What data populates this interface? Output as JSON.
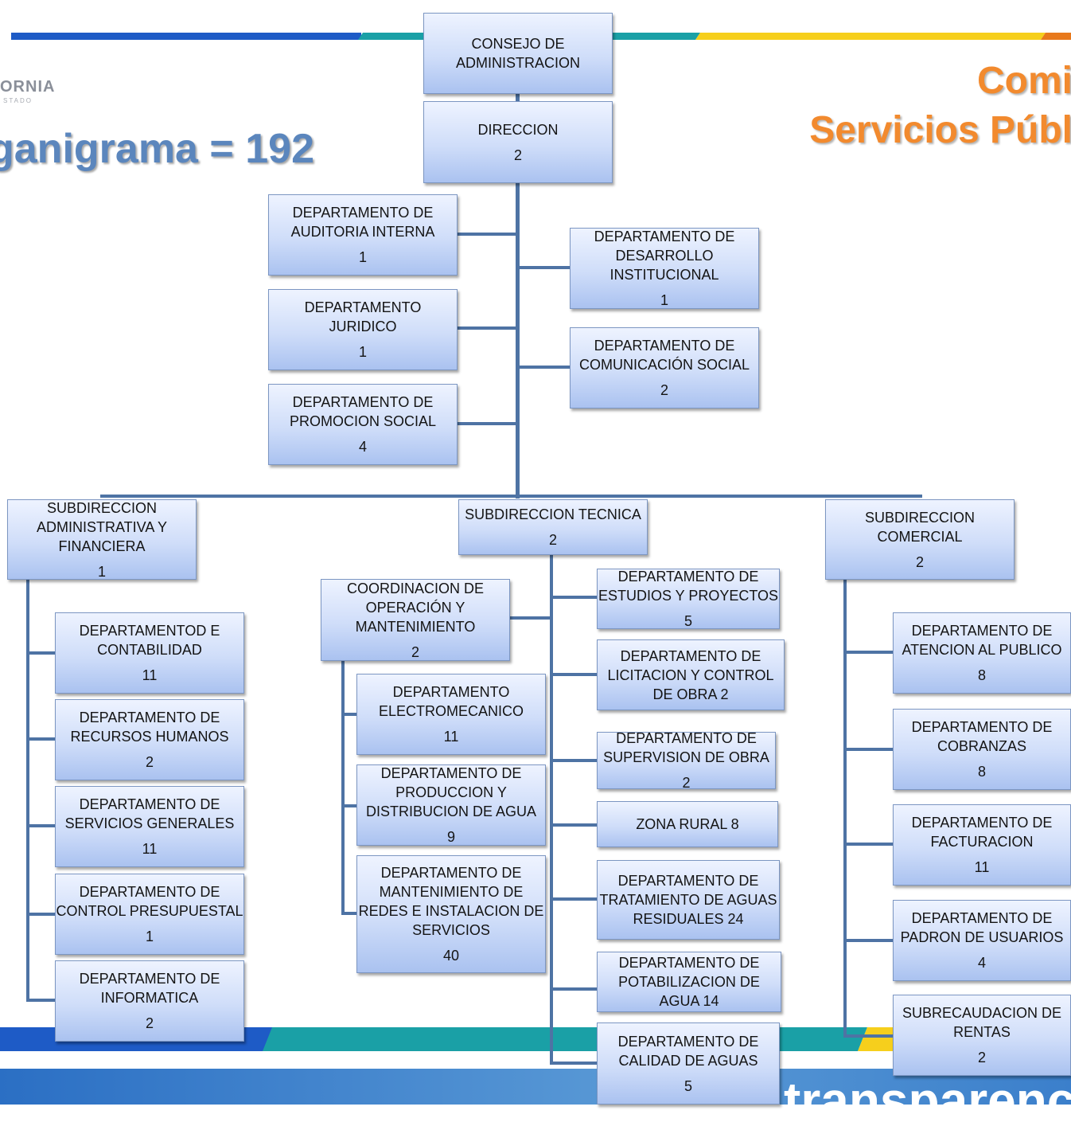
{
  "header": {
    "logo_text": "ORNIA",
    "logo_sub": "STADO",
    "title_left": "ganigrama = 192",
    "title_right_line1": "Comi",
    "title_right_line2": "Servicios Públ",
    "footer_text": "transparenc"
  },
  "colors": {
    "top_band": [
      "#1e5bc6",
      "#1aa0a6",
      "#f6cf1c",
      "#e8791c"
    ],
    "bottom_band": [
      "#1e5bc6",
      "#1aa0a6",
      "#f6cf1c"
    ],
    "box_border": "#7c96c2",
    "connector": "#4e73a4",
    "title_left": "#5b86bd",
    "title_right": "#f28a2e"
  },
  "org": {
    "consejo": {
      "label": "CONSEJO DE\nADMINISTRACION",
      "count": ""
    },
    "direccion": {
      "label": "DIRECCION",
      "count": "2"
    },
    "auditoria": {
      "label": "DEPARTAMENTO DE\nAUDITORIA INTERNA",
      "count": "1"
    },
    "juridico": {
      "label": "DEPARTAMENTO JURIDICO",
      "count": "1"
    },
    "promocion": {
      "label": "DEPARTAMENTO DE\nPROMOCION SOCIAL",
      "count": "4"
    },
    "desarrollo": {
      "label": "DEPARTAMENTO DE\nDESARROLLO\nINSTITUCIONAL",
      "count": "1"
    },
    "comunicacion": {
      "label": "DEPARTAMENTO DE\nCOMUNICACIÓN SOCIAL",
      "count": "2"
    },
    "sub_admin": {
      "label": "SUBDIRECCION\nADMINISTRATIVA Y\nFINANCIERA",
      "count": "1"
    },
    "contabilidad": {
      "label": "DEPARTAMENTOD E\nCONTABILIDAD",
      "count": "11"
    },
    "rrhh": {
      "label": "DEPARTAMENTO DE\nRECURSOS HUMANOS",
      "count": "2"
    },
    "servicios_generales": {
      "label": "DEPARTAMENTO DE\nSERVICIOS GENERALES",
      "count": "11"
    },
    "control_presupuestal": {
      "label": "DEPARTAMENTO DE\nCONTROL PRESUPUESTAL",
      "count": "1"
    },
    "informatica": {
      "label": "DEPARTAMENTO DE\nINFORMATICA",
      "count": "2"
    },
    "sub_tecnica": {
      "label": "SUBDIRECCION TECNICA",
      "count": "2"
    },
    "coordinacion": {
      "label": "COORDINACION DE\nOPERACIÓN Y\nMANTENIMIENTO",
      "count": "2"
    },
    "electromecanico": {
      "label": "DEPARTAMENTO\nELECTROMECANICO",
      "count": "11"
    },
    "produccion": {
      "label": "DEPARTAMENTO DE\nPRODUCCION Y\nDISTRIBUCION DE AGUA",
      "count": "9"
    },
    "mantenimiento_redes": {
      "label": "DEPARTAMENTO DE\nMANTENIMIENTO DE\nREDES E INSTALACION DE\nSERVICIOS",
      "count": "40"
    },
    "estudios": {
      "label": "DEPARTAMENTO DE\nESTUDIOS Y PROYECTOS",
      "count": "5"
    },
    "licitacion": {
      "label": "DEPARTAMENTO DE\nLICITACION  Y CONTROL\nDE OBRA  2",
      "count": ""
    },
    "supervision": {
      "label": "DEPARTAMENTO DE\nSUPERVISION DE OBRA",
      "count": "2"
    },
    "zona_rural": {
      "label": "ZONA RURAL 8",
      "count": ""
    },
    "tratamiento": {
      "label": "DEPARTAMENTO DE\nTRATAMIENTO DE AGUAS\nRESIDUALES  24",
      "count": ""
    },
    "potabilizacion": {
      "label": "DEPARTAMENTO DE\nPOTABILIZACION DE\nAGUA 14",
      "count": ""
    },
    "calidad": {
      "label": "DEPARTAMENTO DE\nCALIDAD DE AGUAS",
      "count": "5"
    },
    "sub_comercial": {
      "label": "SUBDIRECCION\nCOMERCIAL",
      "count": "2"
    },
    "atencion": {
      "label": "DEPARTAMENTO DE\nATENCION AL PUBLICO",
      "count": "8"
    },
    "cobranzas": {
      "label": "DEPARTAMENTO DE\nCOBRANZAS",
      "count": "8"
    },
    "facturacion": {
      "label": "DEPARTAMENTO DE\nFACTURACION",
      "count": "11"
    },
    "padron": {
      "label": "DEPARTAMENTO DE\nPADRON DE USUARIOS",
      "count": "4"
    },
    "subrecaudacion": {
      "label": "SUBRECAUDACION DE\nRENTAS",
      "count": "2"
    }
  }
}
